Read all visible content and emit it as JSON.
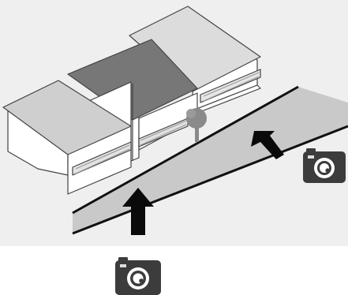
{
  "diagram": {
    "houses": [
      {
        "id": "left",
        "roof_color": "#cfcfcf"
      },
      {
        "id": "middle",
        "roof_color": "#777777"
      },
      {
        "id": "right",
        "roof_color": "#d8d8d8"
      }
    ],
    "arrows": [
      {
        "id": "from-bottom-camera",
        "color": "#0a0a0a",
        "direction": "up"
      },
      {
        "id": "from-right-camera",
        "color": "#0a0a0a",
        "direction": "left-up"
      }
    ],
    "cameras": [
      {
        "id": "bottom",
        "icon": "camera-icon"
      },
      {
        "id": "right",
        "icon": "camera-icon"
      }
    ],
    "colors": {
      "background": "#efefef",
      "road": "#c9c9c9",
      "road_edge": "#111111",
      "house_wall": "#ffffff",
      "outline": "#444444",
      "tree": "#8a8a8a"
    }
  }
}
